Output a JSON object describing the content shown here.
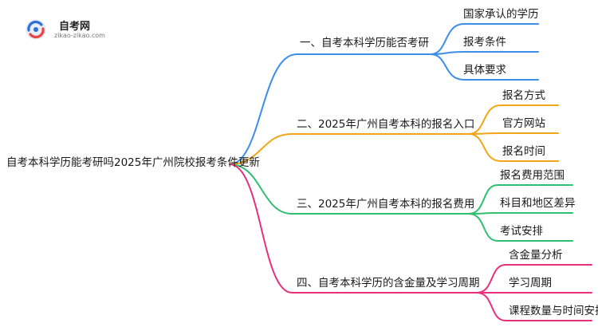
{
  "logo": {
    "title": "自考网",
    "subtitle": "zikao-zikao.com"
  },
  "root": {
    "label": "自考本科学历能考研吗2025年广州院校报考条件更新"
  },
  "branches": [
    {
      "label": "一、自考本科学历能否考研",
      "color": "#3b8fe8",
      "children": [
        "国家承认的学历",
        "报考条件",
        "具体要求"
      ]
    },
    {
      "label": "二、2025年广州自考本科的报名入口",
      "color": "#f2a516",
      "children": [
        "报名方式",
        "官方网站",
        "报名时间"
      ]
    },
    {
      "label": "三、2025年广州自考本科的报名费用",
      "color": "#2fbf71",
      "children": [
        "报名费用范围",
        "科目和地区差异",
        "考试安排"
      ]
    },
    {
      "label": "四、自考本科学历的含金量及学习周期",
      "color": "#e8307a",
      "children": [
        "含金量分析",
        "学习周期",
        "课程数量与时间安排"
      ]
    }
  ]
}
